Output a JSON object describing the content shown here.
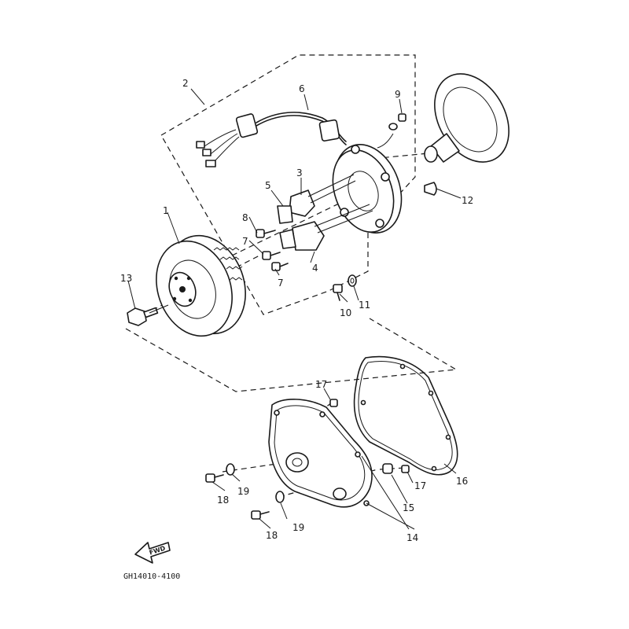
{
  "diagram": {
    "callouts": [
      {
        "id": "c1",
        "text": "1"
      },
      {
        "id": "c2",
        "text": "2"
      },
      {
        "id": "c3",
        "text": "3"
      },
      {
        "id": "c4",
        "text": "4"
      },
      {
        "id": "c5",
        "text": "5"
      },
      {
        "id": "c6",
        "text": "6"
      },
      {
        "id": "c7a",
        "text": "7"
      },
      {
        "id": "c7b",
        "text": "7"
      },
      {
        "id": "c8",
        "text": "8"
      },
      {
        "id": "c9",
        "text": "9"
      },
      {
        "id": "c10",
        "text": "10"
      },
      {
        "id": "c11",
        "text": "11"
      },
      {
        "id": "c12",
        "text": "12"
      },
      {
        "id": "c13",
        "text": "13"
      },
      {
        "id": "c14",
        "text": "14"
      },
      {
        "id": "c15",
        "text": "15"
      },
      {
        "id": "c16",
        "text": "16"
      },
      {
        "id": "c17a",
        "text": "17"
      },
      {
        "id": "c17b",
        "text": "17"
      },
      {
        "id": "c18a",
        "text": "18"
      },
      {
        "id": "c18b",
        "text": "18"
      },
      {
        "id": "c19a",
        "text": "19"
      },
      {
        "id": "c19b",
        "text": "19"
      }
    ],
    "fwd_label": "FWD",
    "reference_code": "GH14010-4100"
  }
}
